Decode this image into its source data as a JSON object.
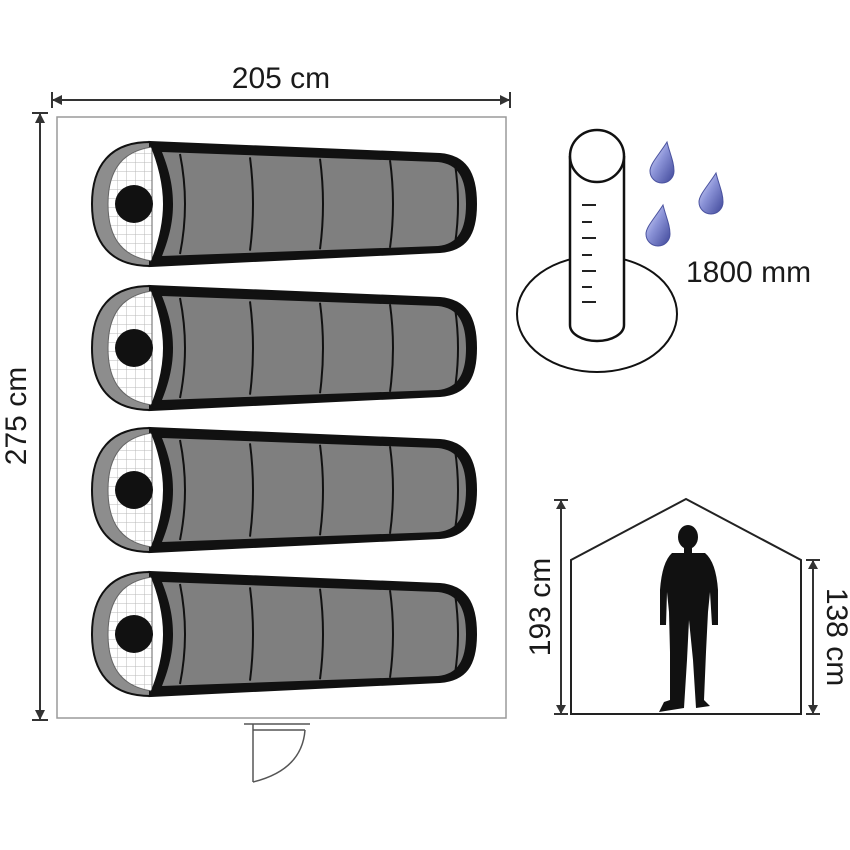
{
  "floor_plan": {
    "width_label": "205 cm",
    "length_label": "275 cm",
    "sleeping_bag_count": 4
  },
  "waterproof": {
    "label": "1800 mm",
    "icon": "rain-gauge-icon",
    "drop_color": "#5a64b8"
  },
  "height": {
    "peak_label": "193 cm",
    "side_label": "138 cm"
  }
}
